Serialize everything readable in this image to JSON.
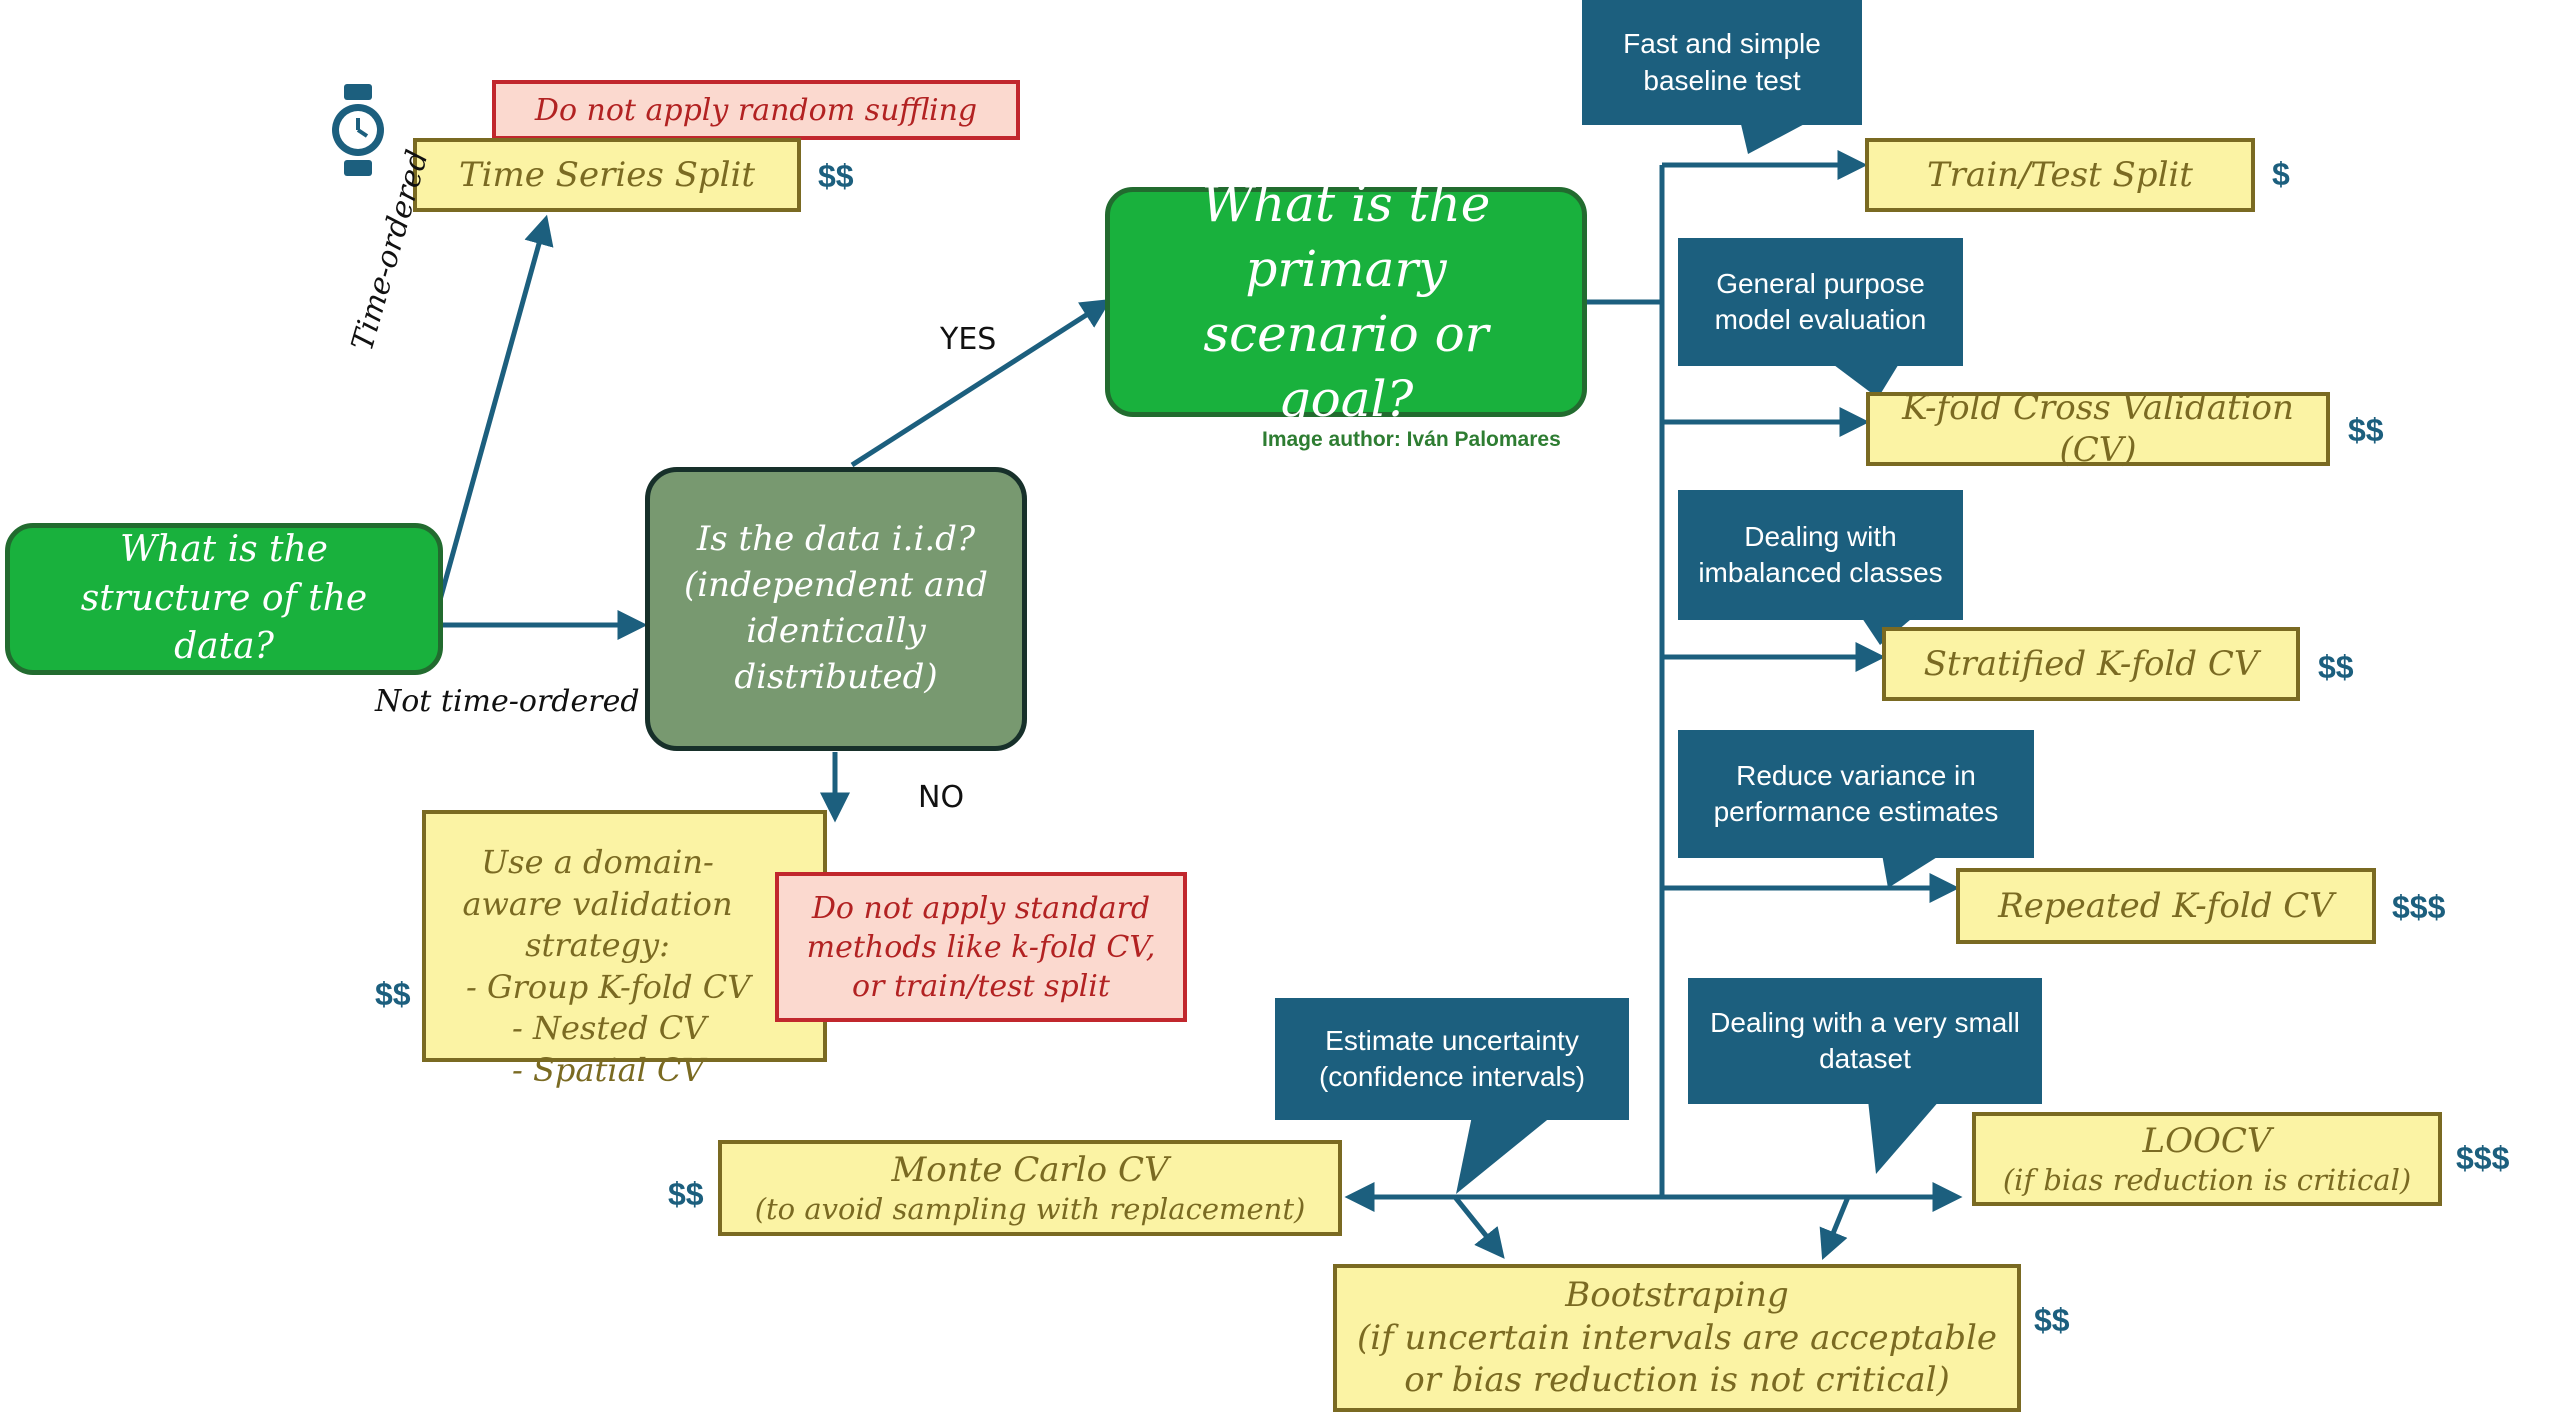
{
  "diagram": {
    "credit": "Image author: Iván Palomares",
    "structure_question": "What is the structure of the data?",
    "edge_time_ordered": "Time-ordered",
    "edge_not_time_ordered": "Not time-ordered",
    "iid_question": "Is the data i.i.d? (independent and identically distributed)",
    "edge_yes": "YES",
    "edge_no": "NO",
    "primary_question": "What is the primary scenario or goal?",
    "time_series": {
      "warning": "Do not apply random suffling",
      "label": "Time Series Split",
      "cost": "$$"
    },
    "domain_aware": {
      "title": "Use a domain-aware validation strategy:",
      "items": [
        "-   Group K-fold CV",
        "-   Nested CV",
        "-   Spatial CV"
      ],
      "cost": "$$",
      "warning": "Do not apply standard methods like k-fold CV, or train/test split"
    },
    "methods": {
      "train_test": {
        "callout": "Fast and simple baseline test",
        "label": "Train/Test Split",
        "cost": "$"
      },
      "kfold": {
        "callout": "General purpose model evaluation",
        "label": "K-fold Cross Validation (CV)",
        "cost": "$$"
      },
      "stratified": {
        "callout": "Dealing with imbalanced classes",
        "label": "Stratified K-fold CV",
        "cost": "$$"
      },
      "repeated": {
        "callout": "Reduce variance in performance estimates",
        "label": "Repeated K-fold CV",
        "cost": "$$$"
      },
      "monte_carlo": {
        "label": "Monte Carlo CV",
        "sub": "(to avoid sampling with replacement)",
        "cost": "$$"
      },
      "uncertainty": {
        "callout": "Estimate uncertainty (confidence intervals)"
      },
      "small_dataset": {
        "callout": "Dealing with a very small dataset"
      },
      "loocv": {
        "label": "LOOCV",
        "sub": "(if bias reduction is critical)",
        "cost": "$$$"
      },
      "bootstrap": {
        "label": "Bootstraping",
        "line2": "(if uncertain intervals are acceptable",
        "line3": "or bias reduction is not critical)",
        "cost": "$$"
      }
    },
    "colors": {
      "arrow": "#1c5f7e",
      "green_node": "#19b13d",
      "olive_node": "#789970",
      "yellow_box": "#fbf3a4",
      "warning_box": "#fbd9cf",
      "callout": "#1c5f7e"
    },
    "icons": [
      "watch-icon"
    ]
  }
}
